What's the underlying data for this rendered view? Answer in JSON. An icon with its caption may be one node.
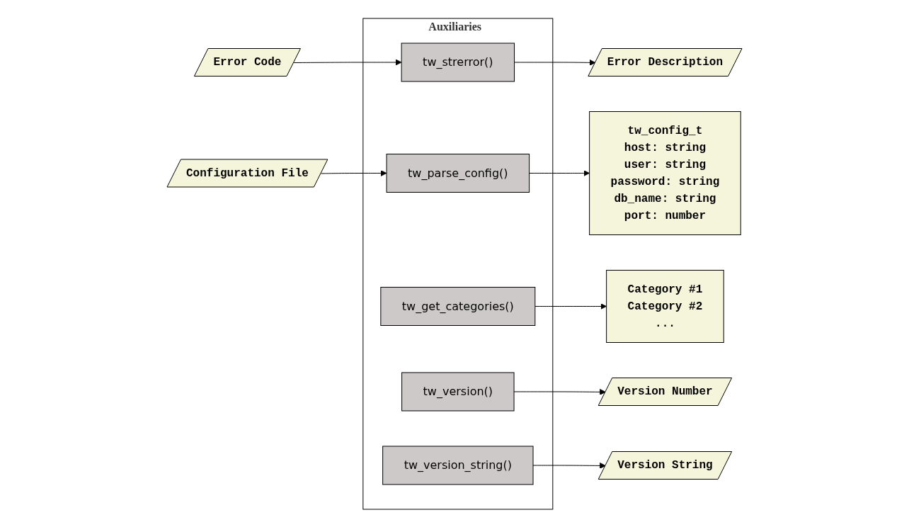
{
  "diagram": {
    "nodes": [
      {
        "text": [
          "Auxiliaries"
        ]
      },
      {
        "text": [
          "Error Code"
        ]
      },
      {
        "text": [
          "tw_strerror()"
        ],
        "in": 0
      },
      {
        "text": [
          "tw_get_categories()"
        ],
        "in": 0
      },
      {
        "text": [
          "tw_version()"
        ],
        "in": 0
      },
      {
        "text": [
          "tw_version_string()"
        ],
        "in": 0
      },
      {
        "text": [
          "tw_parse_config()"
        ],
        "in": 0
      },
      {
        "text": [
          "Configuration File"
        ]
      },
      {
        "text": [
          "Error Description"
        ]
      },
      {
        "text": [
          "Category #1",
          "Category #2",
          "..."
        ]
      },
      {
        "text": [
          "Version Number"
        ]
      },
      {
        "text": [
          "Version String"
        ]
      },
      {
        "text": [
          "tw_config_t",
          "host: string",
          "user: string",
          "password: string",
          "db_name: string",
          "port: number"
        ]
      }
    ],
    "edges": [
      {
        "from": 1,
        "to": 2,
        "arrow": "to"
      },
      {
        "from": 2,
        "to": 8,
        "arrow": "to"
      },
      {
        "from": 3,
        "to": 9,
        "arrow": "to"
      },
      {
        "from": 4,
        "to": 10,
        "arrow": "to"
      },
      {
        "from": 5,
        "to": 11,
        "arrow": "to"
      },
      {
        "from": 7,
        "to": 6,
        "arrow": "to"
      },
      {
        "from": 6,
        "to": 12,
        "arrow": "to"
      }
    ]
  }
}
